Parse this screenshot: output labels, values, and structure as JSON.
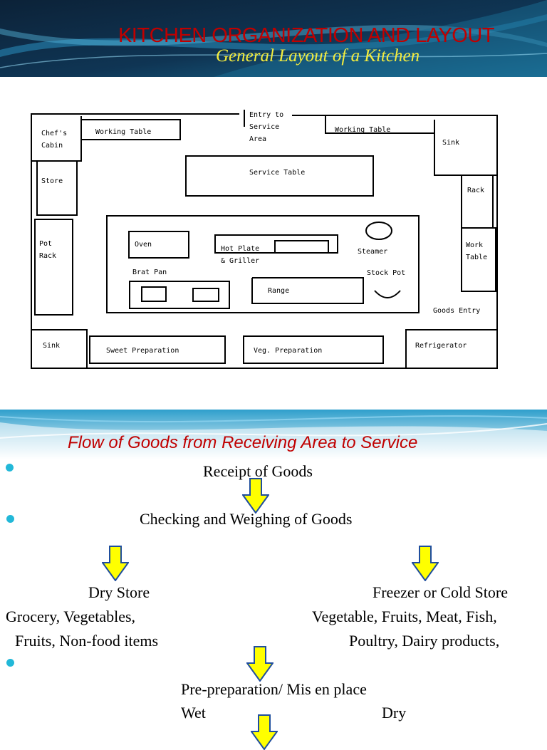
{
  "slide1": {
    "title": "KITCHEN ORGANIZATION AND LAYOUT",
    "subtitle": "General Layout of a Kitchen"
  },
  "floor_plan": {
    "labels": {
      "chefs_cabin": [
        "Chef's",
        "Cabin"
      ],
      "working_table_left": "Working Table",
      "entry": [
        "Entry to",
        "Service",
        "Area"
      ],
      "working_table_right": "Working Table",
      "sink_top": "Sink",
      "store": "Store",
      "service_table": "Service Table",
      "rack": "Rack",
      "pot_rack": [
        "Pot",
        "Rack"
      ],
      "oven": "Oven",
      "hot_plate": [
        "Hot Plate",
        "& Griller"
      ],
      "steamer": "Steamer",
      "work_table": [
        "Work",
        "Table"
      ],
      "brat_pan": "Brat Pan",
      "stock_pot": "Stock Pot",
      "range": "Range",
      "goods_entry": "Goods Entry",
      "sink_bottom": "Sink",
      "sweet_prep": "Sweet Preparation",
      "veg_prep": "Veg. Preparation",
      "refrigerator": "Refrigerator"
    }
  },
  "slide2": {
    "title": "Flow of Goods from Receiving Area to Service",
    "steps": {
      "receipt": "Receipt of Goods",
      "checking": "Checking and Weighing of Goods",
      "dry_store": "Dry Store",
      "dry_items_1": "Grocery, Vegetables,",
      "dry_items_2": "Fruits, Non-food items",
      "cold_store": "Freezer or Cold Store",
      "cold_items_1": "Vegetable, Fruits, Meat, Fish,",
      "cold_items_2": "Poultry, Dairy products,",
      "prep": "Pre-preparation/ Mis en place",
      "wet": "Wet",
      "dry": "Dry"
    }
  },
  "colors": {
    "title_red": "#c00000",
    "subtitle_yellow": "#f3ec3e",
    "banner_dark": "#0a2540",
    "banner_teal": "#1f7fa8",
    "arrow_fill": "#ffff00",
    "arrow_stroke": "#1f4e9e",
    "bullet": "#22b8d8"
  }
}
